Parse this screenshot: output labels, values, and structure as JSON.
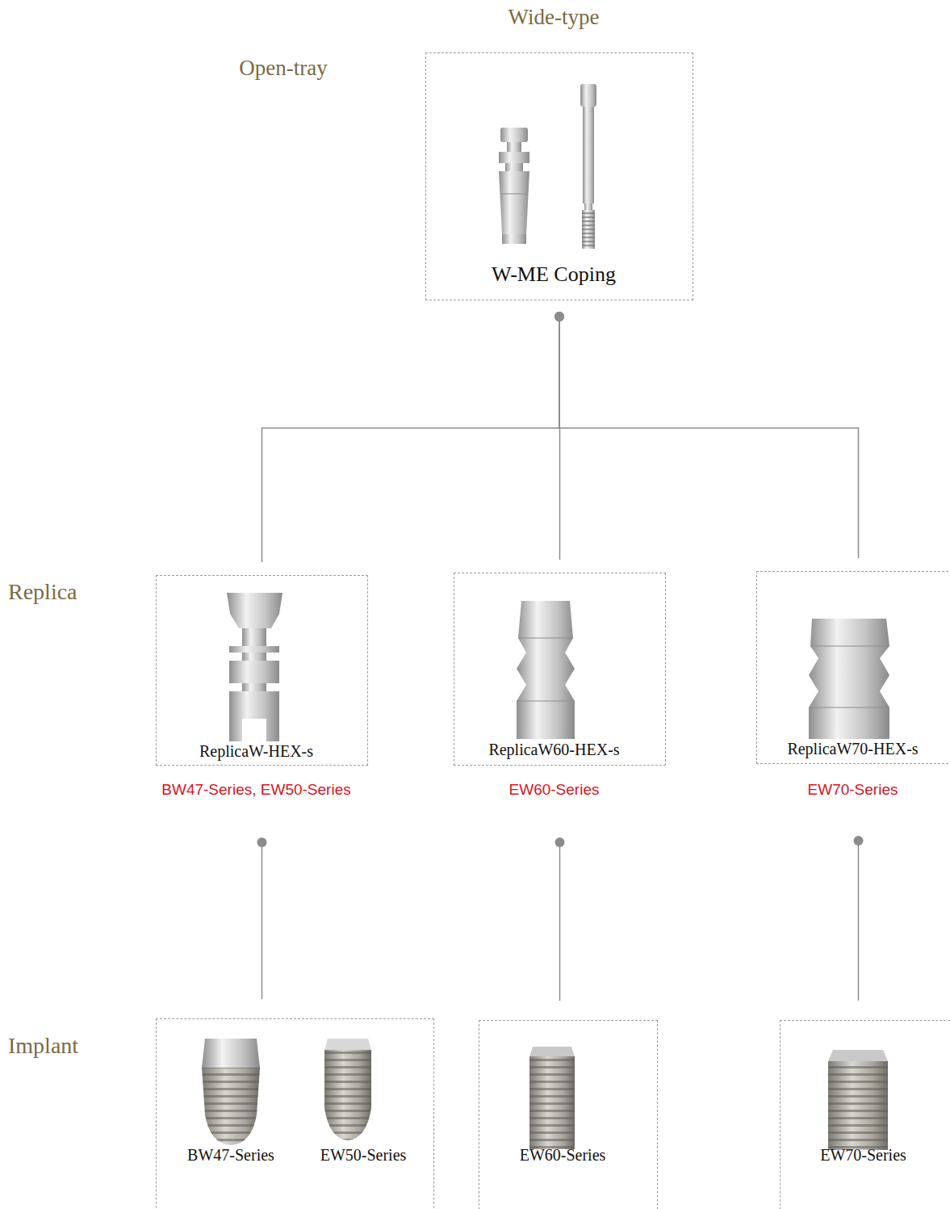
{
  "diagram": {
    "title": "Wide-type",
    "nodes": [
      {
        "text": [
          "W-ME Coping"
        ]
      },
      {
        "text": [
          "ReplicaW-HEX-s",
          "BW47-Series, EW50-Series"
        ]
      },
      {
        "text": [
          "ReplicaW60-HEX-s",
          "EW60-Series"
        ]
      },
      {
        "text": [
          "ReplicaW70-HEX-s",
          "EW70-Series"
        ]
      },
      {
        "text": [
          "BW47-Series",
          "EW50-Series"
        ]
      },
      {
        "text": [
          "EW60-Series"
        ]
      },
      {
        "text": [
          "EW70-Series"
        ]
      }
    ],
    "edges": [
      {
        "from": 0,
        "to": 1,
        "arrow": "none"
      },
      {
        "from": 0,
        "to": 2,
        "arrow": "none"
      },
      {
        "from": 0,
        "to": 3,
        "arrow": "none"
      },
      {
        "from": 1,
        "to": 4,
        "arrow": "none"
      },
      {
        "from": 2,
        "to": 5,
        "arrow": "none"
      },
      {
        "from": 3,
        "to": 6,
        "arrow": "none"
      }
    ],
    "labels": [
      "Open-tray",
      "Replica",
      "Implant"
    ]
  }
}
